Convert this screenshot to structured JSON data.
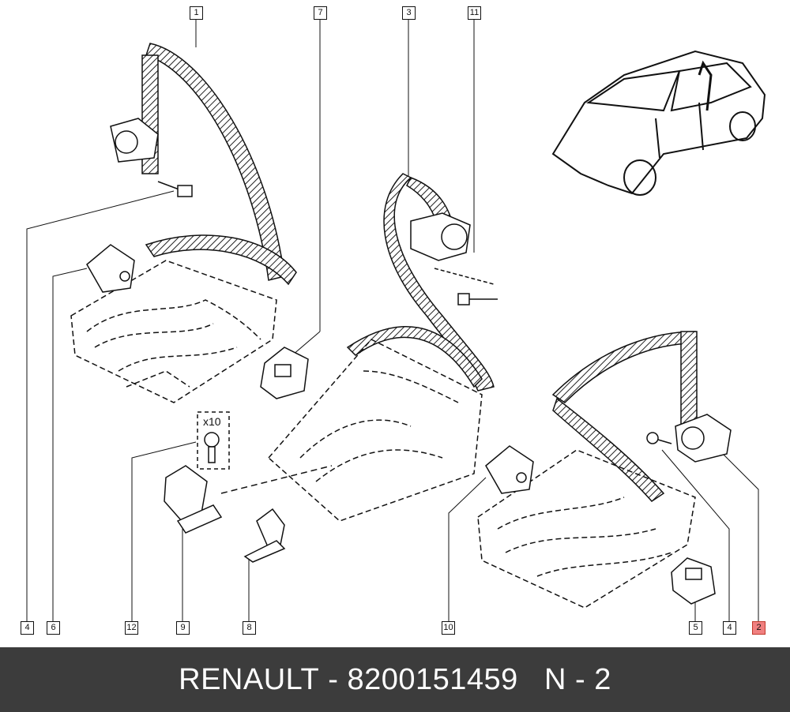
{
  "callouts": {
    "c1": "1",
    "c7": "7",
    "c3": "3",
    "c11": "11",
    "c4a": "4",
    "c6": "6",
    "c12": "12",
    "c9": "9",
    "c8": "8",
    "c10": "10",
    "c5": "5",
    "c4b": "4",
    "c2": "2"
  },
  "qty_label": "x10",
  "highlight_color": "#f08080",
  "footer": {
    "brand": "RENAULT",
    "separator1": " - ",
    "part_number": "8200151459",
    "gap": "   ",
    "position": "N - 2"
  }
}
